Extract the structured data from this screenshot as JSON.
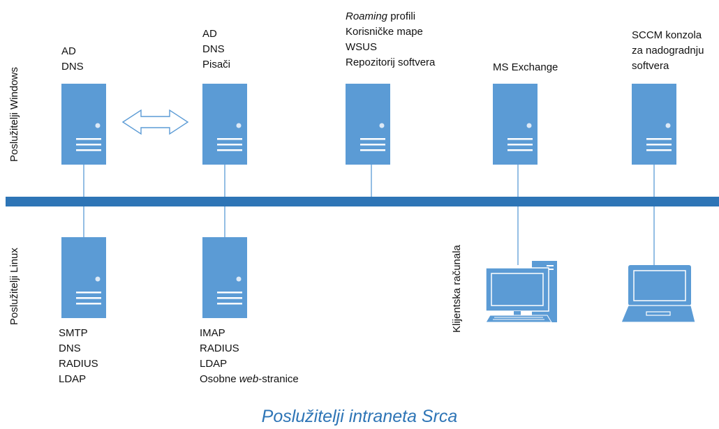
{
  "colors": {
    "server": "#5b9bd5",
    "bus": "#2e75b6",
    "line": "#5b9bd5",
    "caption": "#2e75b6"
  },
  "windows_side_label": "Poslužitelji Windows",
  "linux_side_label": "Poslužitelji Linux",
  "clients_label": "Klijentska računala",
  "windows_servers": [
    {
      "lines": [
        "AD",
        "DNS"
      ],
      "icon": "server-icon"
    },
    {
      "lines": [
        "AD",
        "DNS",
        "Pisači"
      ],
      "icon": "server-icon"
    },
    {
      "lines_rich": [
        [
          "Roaming",
          " profili"
        ],
        [
          "Korisničke mape",
          ""
        ],
        [
          "WSUS",
          ""
        ],
        [
          "Repozitorij softvera",
          ""
        ]
      ],
      "icon": "server-icon"
    },
    {
      "lines": [
        "MS Exchange"
      ],
      "icon": "server-icon"
    },
    {
      "lines": [
        "SCCM konzola",
        "za nadogradnju",
        "softvera"
      ],
      "icon": "server-icon"
    }
  ],
  "linux_servers": [
    {
      "lines": [
        "SMTP",
        "DNS",
        "RADIUS",
        "LDAP"
      ],
      "icon": "server-icon"
    },
    {
      "lines": [
        "IMAP",
        "RADIUS",
        "LDAP"
      ],
      "last_line": [
        "Osobne ",
        "web",
        "-stranice"
      ],
      "icon": "server-icon"
    }
  ],
  "clients": [
    {
      "icon": "desktop-computer-icon"
    },
    {
      "icon": "laptop-icon"
    }
  ],
  "replication_icon": "double-arrow-icon",
  "caption": "Poslužitelji intraneta Srca"
}
